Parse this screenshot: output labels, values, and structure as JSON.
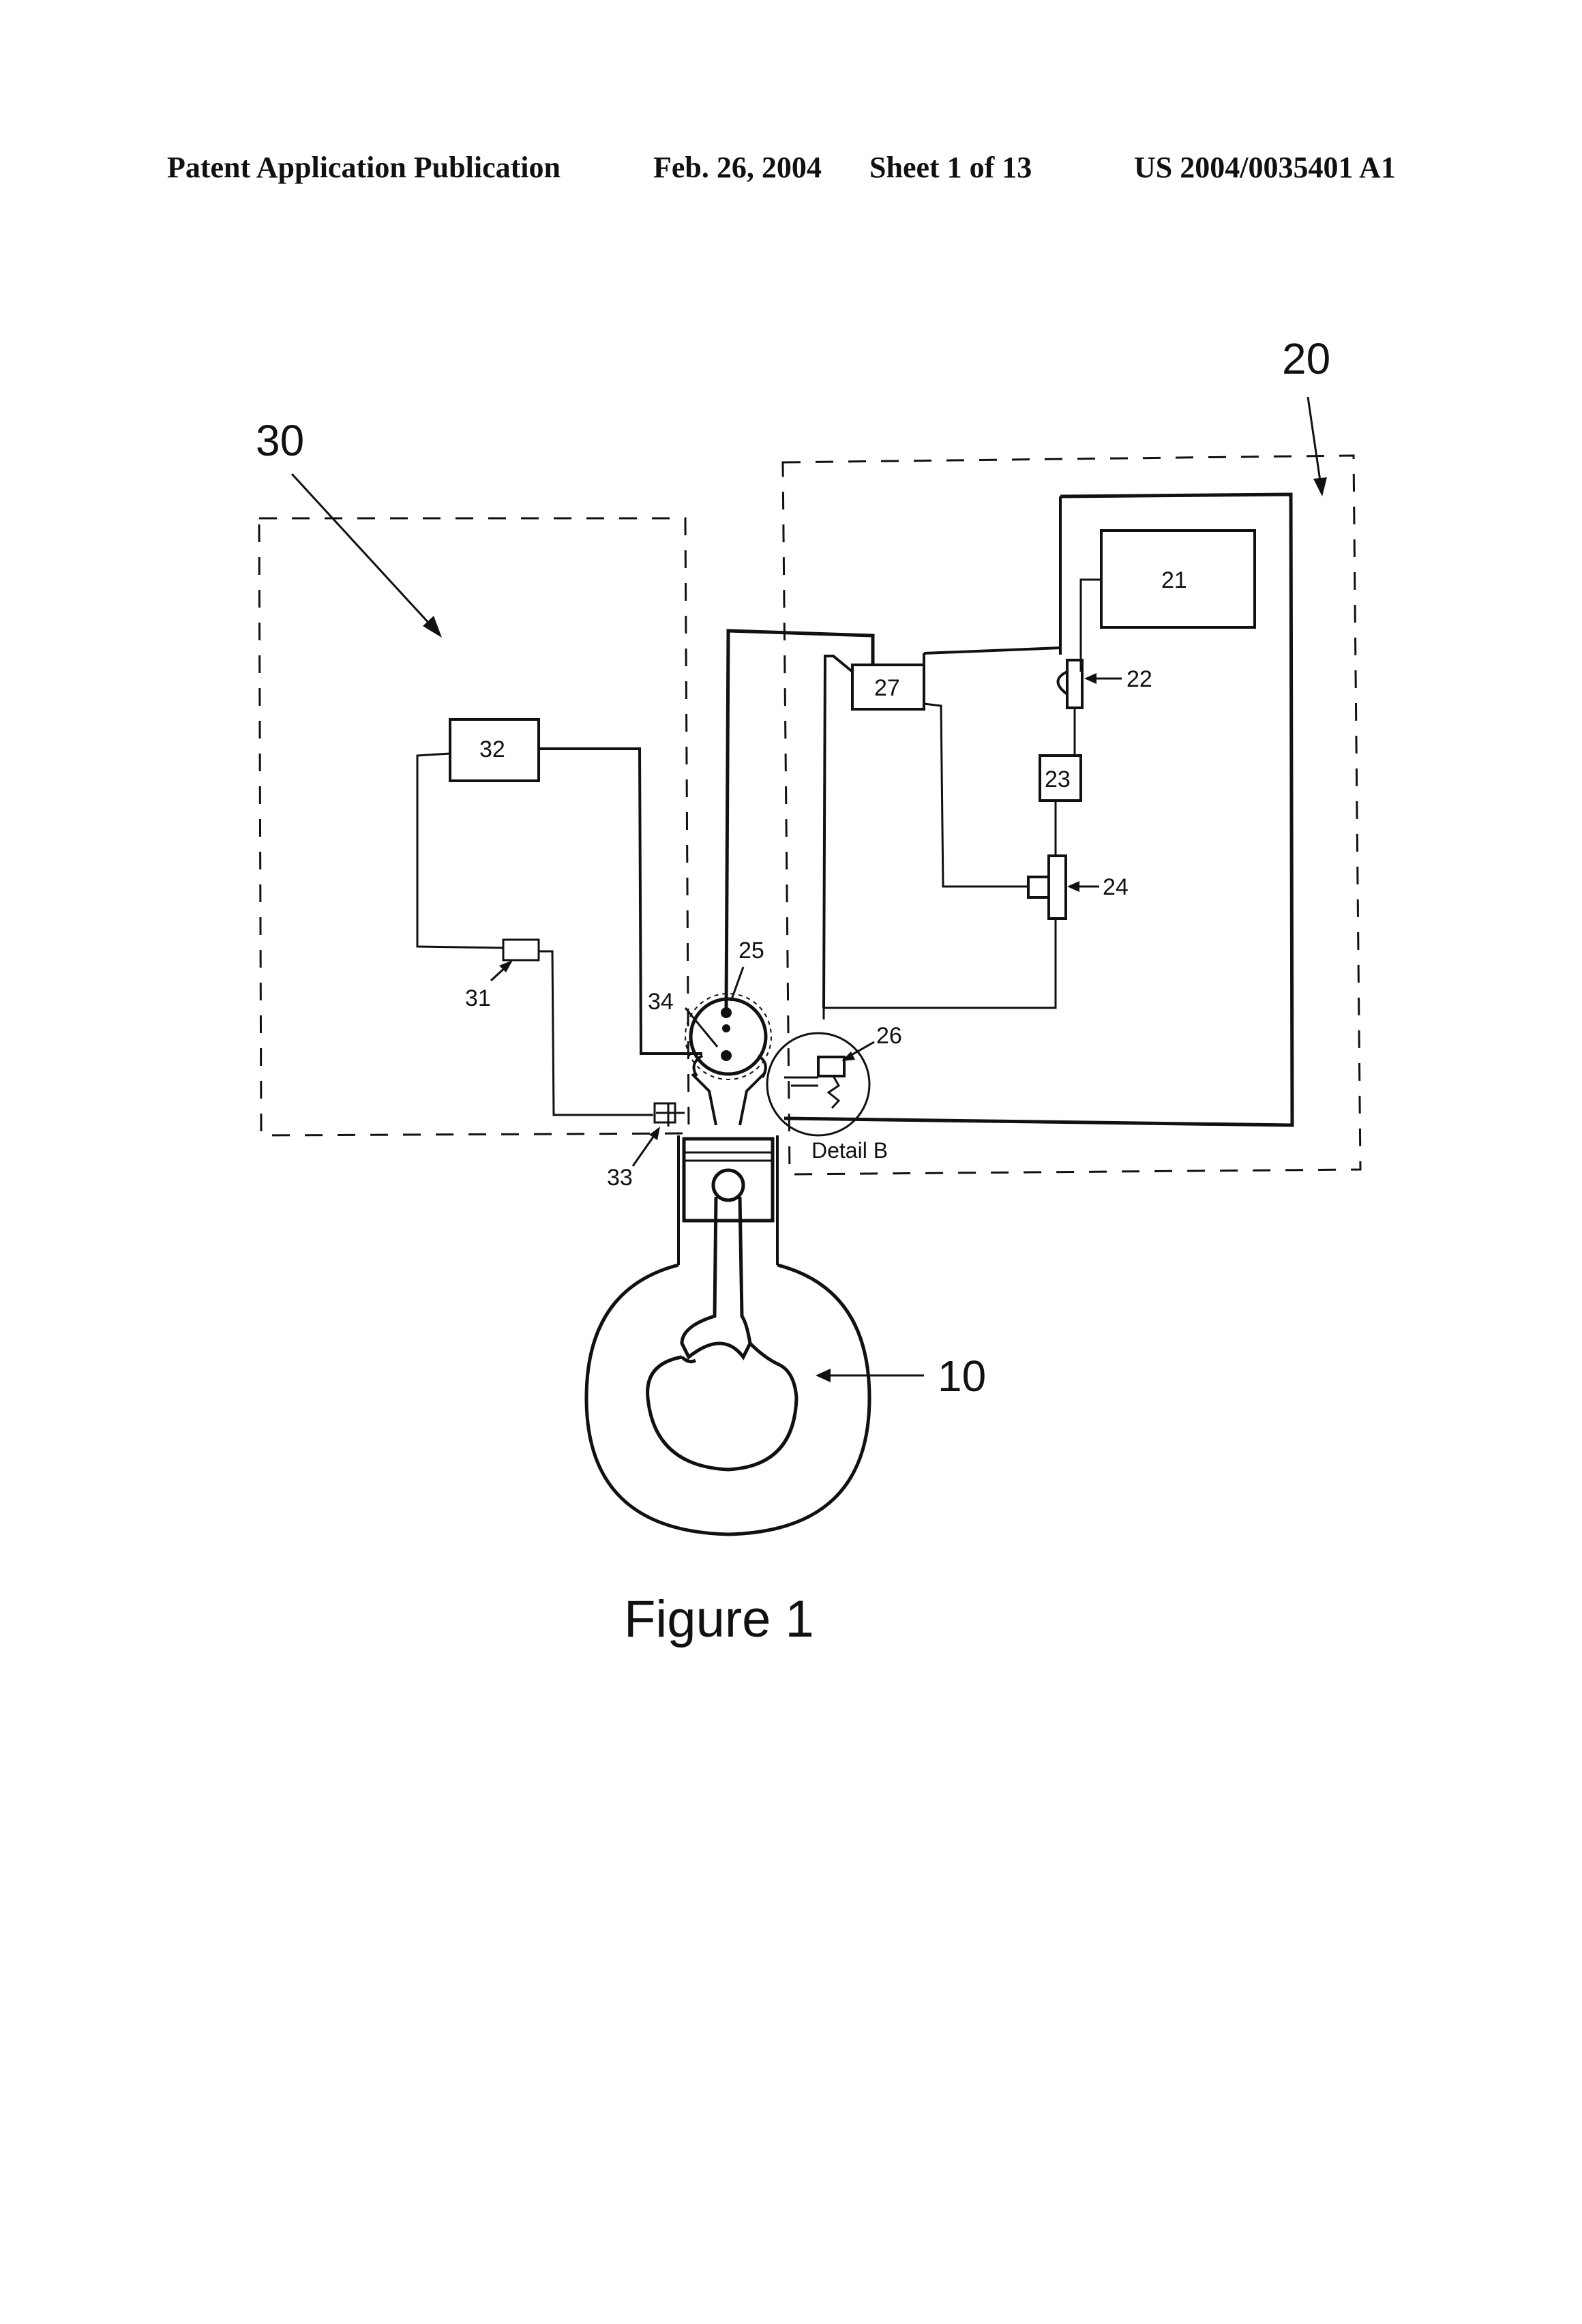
{
  "header": {
    "publication": "Patent Application Publication",
    "date": "Feb. 26, 2004",
    "sheet": "Sheet 1 of 13",
    "number": "US 2004/0035401 A1"
  },
  "figure": {
    "caption": "Figure 1",
    "detail_label": "Detail B",
    "labels": {
      "engine": "10",
      "system_20": "20",
      "system_30": "30",
      "c21": "21",
      "c22": "22",
      "c23": "23",
      "c24": "24",
      "c25": "25",
      "c26": "26",
      "c27": "27",
      "c31": "31",
      "c32": "32",
      "c33": "33",
      "c34": "34"
    }
  }
}
